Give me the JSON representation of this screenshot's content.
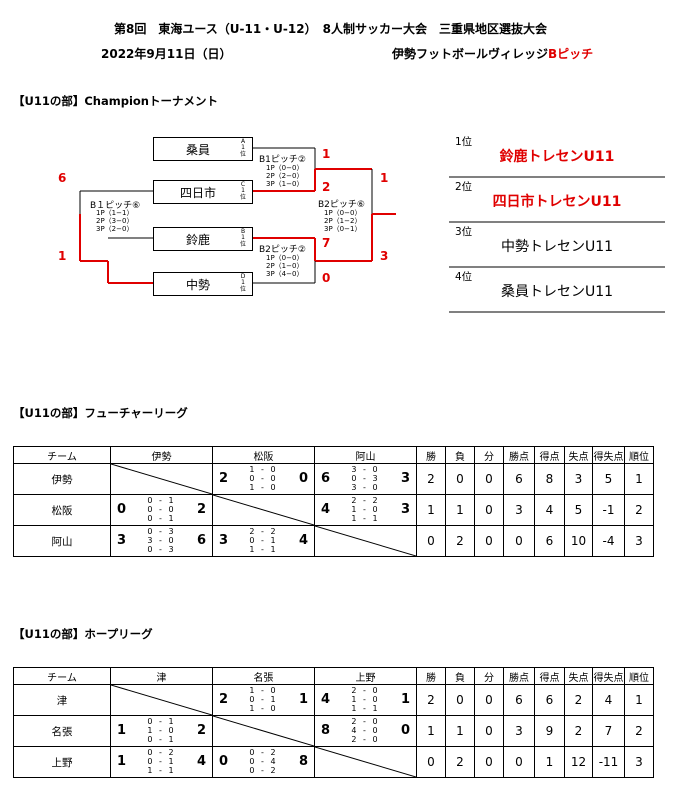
{
  "header": {
    "title": "第8回　東海ユース（U-11・U-12）　8人制サッカー大会　三重県地区選抜大会",
    "date": "2022年9月11日（日）",
    "venue_prefix": "伊勢フットボールヴィレッジ",
    "venue_pitch": "Bピッチ"
  },
  "tournament": {
    "section_title": "【U11の部】Championトーナメント",
    "teams": [
      {
        "name": "桑員",
        "pos": [
          "A",
          "1",
          "位"
        ]
      },
      {
        "name": "四日市",
        "pos": [
          "C",
          "1",
          "位"
        ]
      },
      {
        "name": "鈴鹿",
        "pos": [
          "B",
          "1",
          "位"
        ]
      },
      {
        "name": "中勢",
        "pos": [
          "D",
          "1",
          "位"
        ]
      }
    ],
    "match1": {
      "label": "B1ピッチ②",
      "p1": "1P（0−0）",
      "p2": "2P（2−0）",
      "p3": "3P（1−0）",
      "score_top": "1",
      "score_bottom": "2"
    },
    "match2": {
      "label": "B2ピッチ②",
      "p1": "1P（0−0）",
      "p2": "2P（1−0）",
      "p3": "3P（4−0）",
      "score_top": "7",
      "score_bottom": "0"
    },
    "final": {
      "label": "B2ピッチ⑥",
      "p1": "1P（0−0）",
      "p2": "2P（1−2）",
      "p3": "3P（0−1）",
      "score_top": "1",
      "score_bottom": "3"
    },
    "third": {
      "label": "B１ピッチ⑥",
      "p1": "1P（1−1）",
      "p2": "2P（3−0）",
      "p3": "3P（2−0）",
      "score_top": "6",
      "score_bottom": "1"
    }
  },
  "ranking": [
    {
      "label": "1位",
      "team": "鈴鹿トレセンU11",
      "color": "#e00000",
      "bold": true
    },
    {
      "label": "2位",
      "team": "四日市トレセンU11",
      "color": "#e00000",
      "bold": true
    },
    {
      "label": "3位",
      "team": "中勢トレセンU11",
      "color": "#000000",
      "bold": false
    },
    {
      "label": "4位",
      "team": "桑員トレセンU11",
      "color": "#000000",
      "bold": false
    }
  ],
  "future_league": {
    "section_title": "【U11の部】フューチャーリーグ",
    "headers": [
      "チーム",
      "伊勢",
      "松阪",
      "阿山",
      "勝",
      "負",
      "分",
      "勝点",
      "得点",
      "失点",
      "得失点",
      "順位"
    ],
    "rows": [
      {
        "team": "伊勢",
        "cells": [
          null,
          {
            "l": "2",
            "r": "0",
            "h": [
              "1 - 0",
              "0 - 0",
              "1 - 0"
            ]
          },
          {
            "l": "6",
            "r": "3",
            "h": [
              "3 - 0",
              "0 - 3",
              "3 - 0"
            ]
          }
        ],
        "stats": [
          "2",
          "0",
          "0",
          "6",
          "8",
          "3",
          "5",
          "1"
        ]
      },
      {
        "team": "松阪",
        "cells": [
          {
            "l": "0",
            "r": "2",
            "h": [
              "0 - 1",
              "0 - 0",
              "0 - 1"
            ]
          },
          null,
          {
            "l": "4",
            "r": "3",
            "h": [
              "2 - 2",
              "1 - 0",
              "1 - 1"
            ]
          }
        ],
        "stats": [
          "1",
          "1",
          "0",
          "3",
          "4",
          "5",
          "-1",
          "2"
        ]
      },
      {
        "team": "阿山",
        "cells": [
          {
            "l": "3",
            "r": "6",
            "h": [
              "0 - 3",
              "3 - 0",
              "0 - 3"
            ]
          },
          {
            "l": "3",
            "r": "4",
            "h": [
              "2 - 2",
              "0 - 1",
              "1 - 1"
            ]
          },
          null
        ],
        "stats": [
          "0",
          "2",
          "0",
          "0",
          "6",
          "10",
          "-4",
          "3"
        ]
      }
    ]
  },
  "hope_league": {
    "section_title": "【U11の部】ホープリーグ",
    "headers": [
      "チーム",
      "津",
      "名張",
      "上野",
      "勝",
      "負",
      "分",
      "勝点",
      "得点",
      "失点",
      "得失点",
      "順位"
    ],
    "rows": [
      {
        "team": "津",
        "cells": [
          null,
          {
            "l": "2",
            "r": "1",
            "h": [
              "1 - 0",
              "0 - 1",
              "1 - 0"
            ]
          },
          {
            "l": "4",
            "r": "1",
            "h": [
              "2 - 0",
              "1 - 0",
              "1 - 1"
            ]
          }
        ],
        "stats": [
          "2",
          "0",
          "0",
          "6",
          "6",
          "2",
          "4",
          "1"
        ]
      },
      {
        "team": "名張",
        "cells": [
          {
            "l": "1",
            "r": "2",
            "h": [
              "0 - 1",
              "1 - 0",
              "0 - 1"
            ]
          },
          null,
          {
            "l": "8",
            "r": "0",
            "h": [
              "2 - 0",
              "4 - 0",
              "2 - 0"
            ]
          }
        ],
        "stats": [
          "1",
          "1",
          "0",
          "3",
          "9",
          "2",
          "7",
          "2"
        ]
      },
      {
        "team": "上野",
        "cells": [
          {
            "l": "1",
            "r": "4",
            "h": [
              "0 - 2",
              "0 - 1",
              "1 - 1"
            ]
          },
          {
            "l": "0",
            "r": "8",
            "h": [
              "0 - 2",
              "0 - 4",
              "0 - 2"
            ]
          },
          null
        ],
        "stats": [
          "0",
          "2",
          "0",
          "0",
          "1",
          "12",
          "-11",
          "3"
        ]
      }
    ]
  }
}
